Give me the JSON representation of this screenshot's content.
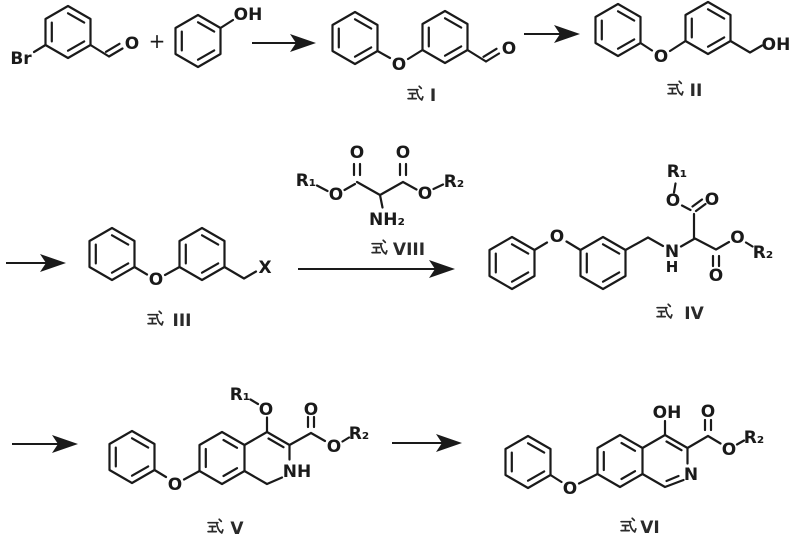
{
  "figure": {
    "type": "chemical-reaction-scheme",
    "background_color": "#ffffff",
    "line_color": "#1a1a1a",
    "rows": 3,
    "plus": "+"
  },
  "molecules": {
    "bromobenzaldehyde": {
      "br": "Br",
      "o_aldehyde": "O"
    },
    "phenol": {
      "oh": "OH"
    },
    "formula1": {
      "o_bridge": "O",
      "o_aldehyde": "O",
      "caption": "式 I",
      "numeral": "I"
    },
    "formula2": {
      "o_bridge": "O",
      "oh": "OH",
      "caption": "式 II",
      "numeral": "II"
    },
    "formula3": {
      "o_bridge": "O",
      "x": "X",
      "caption": "式 III",
      "numeral": "III"
    },
    "formula8": {
      "r1": "R₁",
      "o_ester1": "O",
      "o_carbonyl1": "O",
      "nh2": "NH₂",
      "o_carbonyl2": "O",
      "o_ester2": "O",
      "r2": "R₂",
      "caption": "式 VIII",
      "numeral": "VIII"
    },
    "formula4": {
      "o_bridge": "O",
      "r1": "R₁",
      "o_ester1": "O",
      "o_carbonyl1": "O",
      "n": "N",
      "h": "H",
      "o_carbonyl2": "O",
      "o_ester2": "O",
      "r2": "R₂",
      "caption": "式 IV",
      "numeral": "IV"
    },
    "formula5": {
      "o_bridge": "O",
      "r1": "R₁",
      "o_r1": "O",
      "o_carbonyl": "O",
      "o_ester": "O",
      "r2": "R₂",
      "nh": "NH",
      "caption": "式 V",
      "numeral": "V"
    },
    "formula6": {
      "o_bridge": "O",
      "oh": "OH",
      "o_carbonyl": "O",
      "o_ester": "O",
      "r2": "R₂",
      "n": "N",
      "caption": "式 VI",
      "numeral": "VI"
    }
  }
}
